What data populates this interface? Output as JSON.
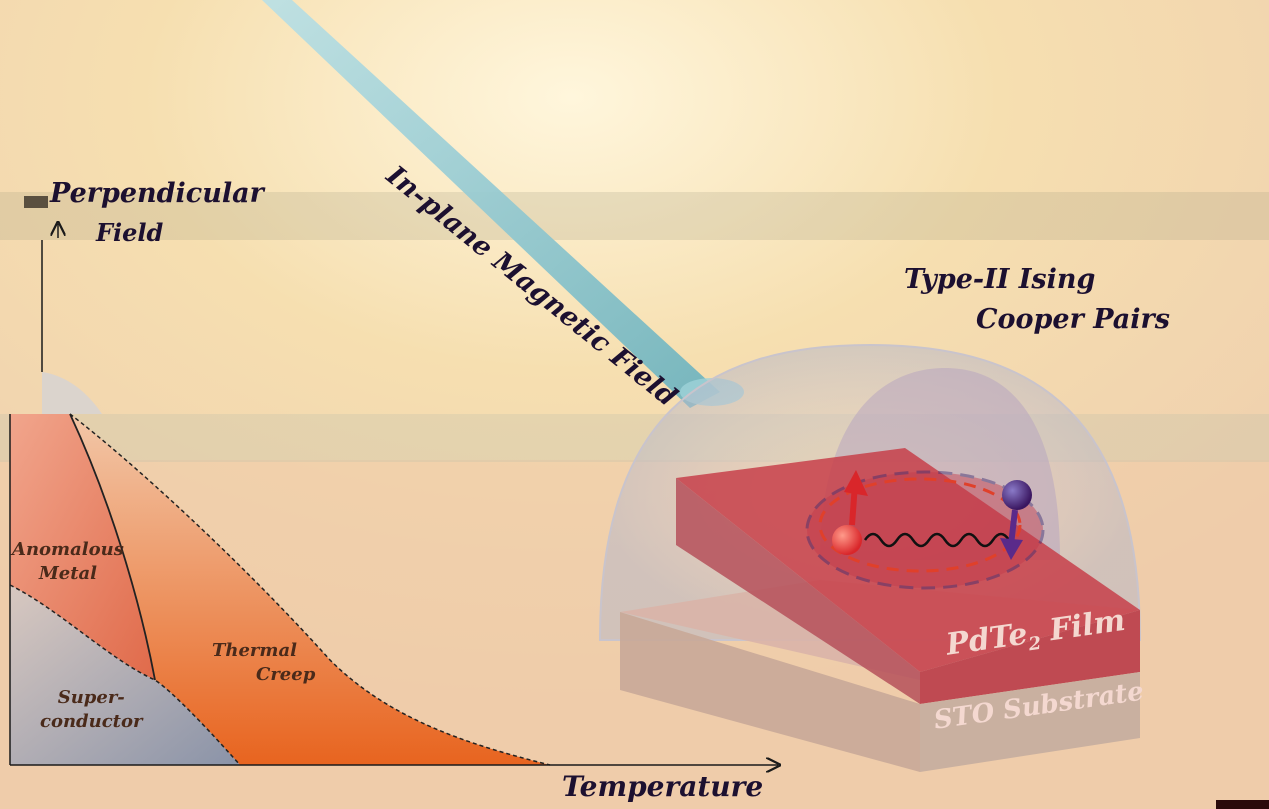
{
  "diagram": {
    "axes": {
      "y_label_line1": "Perpendicular",
      "y_label_line2": "Field",
      "x_label": "Temperature"
    },
    "beam_label": "In-plane Magnetic Field",
    "pairs_label_line1": "Type-II Ising",
    "pairs_label_line2": "Cooper Pairs",
    "regions": {
      "anomalous_metal_line1": "Anomalous",
      "anomalous_metal_line2": "Metal",
      "thermal_creep_line1": "Thermal",
      "thermal_creep_line2": "Creep",
      "superconductor_line1": "Super-",
      "superconductor_line2": "conductor"
    },
    "layers": {
      "film_main": "PdTe",
      "film_sub": "2",
      "film_suffix": " Film",
      "substrate": "STO Substrate"
    },
    "colors": {
      "background": "#f2d9b0",
      "glow": "#fff6dc",
      "beam": "#8fc9cf",
      "film": "#c7404a",
      "substrate": "#c9b0a0",
      "spin_up": "#d9262a",
      "spin_down": "#3a1660",
      "anomalous_metal": "#e06a4a",
      "thermal_creep": "#e8641f",
      "superconductor": "#8a93a8"
    }
  }
}
